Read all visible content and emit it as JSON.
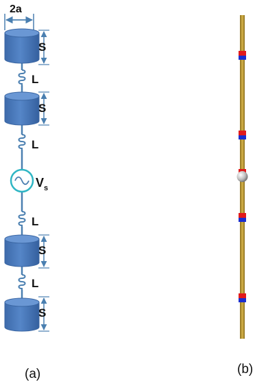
{
  "panel_a": {
    "width_label": "2a",
    "segment_labels": [
      "S",
      "S",
      "S",
      "S"
    ],
    "inductor_labels": [
      "L",
      "L",
      "L",
      "L"
    ],
    "source_label": "V",
    "source_subscript": "s",
    "caption": "(a)"
  },
  "panel_b": {
    "caption": "(b)"
  },
  "colors": {
    "cylinder_body": "#4a7bbf",
    "cylinder_top": "#6a97d4",
    "wire": "#4a7fb0",
    "dimension_arrow": "#4a7fb0",
    "source_ring": "#2fb6c4",
    "rod": "#b8962e",
    "marker_red": "#e11a1a",
    "marker_blue": "#1a2ecf"
  }
}
